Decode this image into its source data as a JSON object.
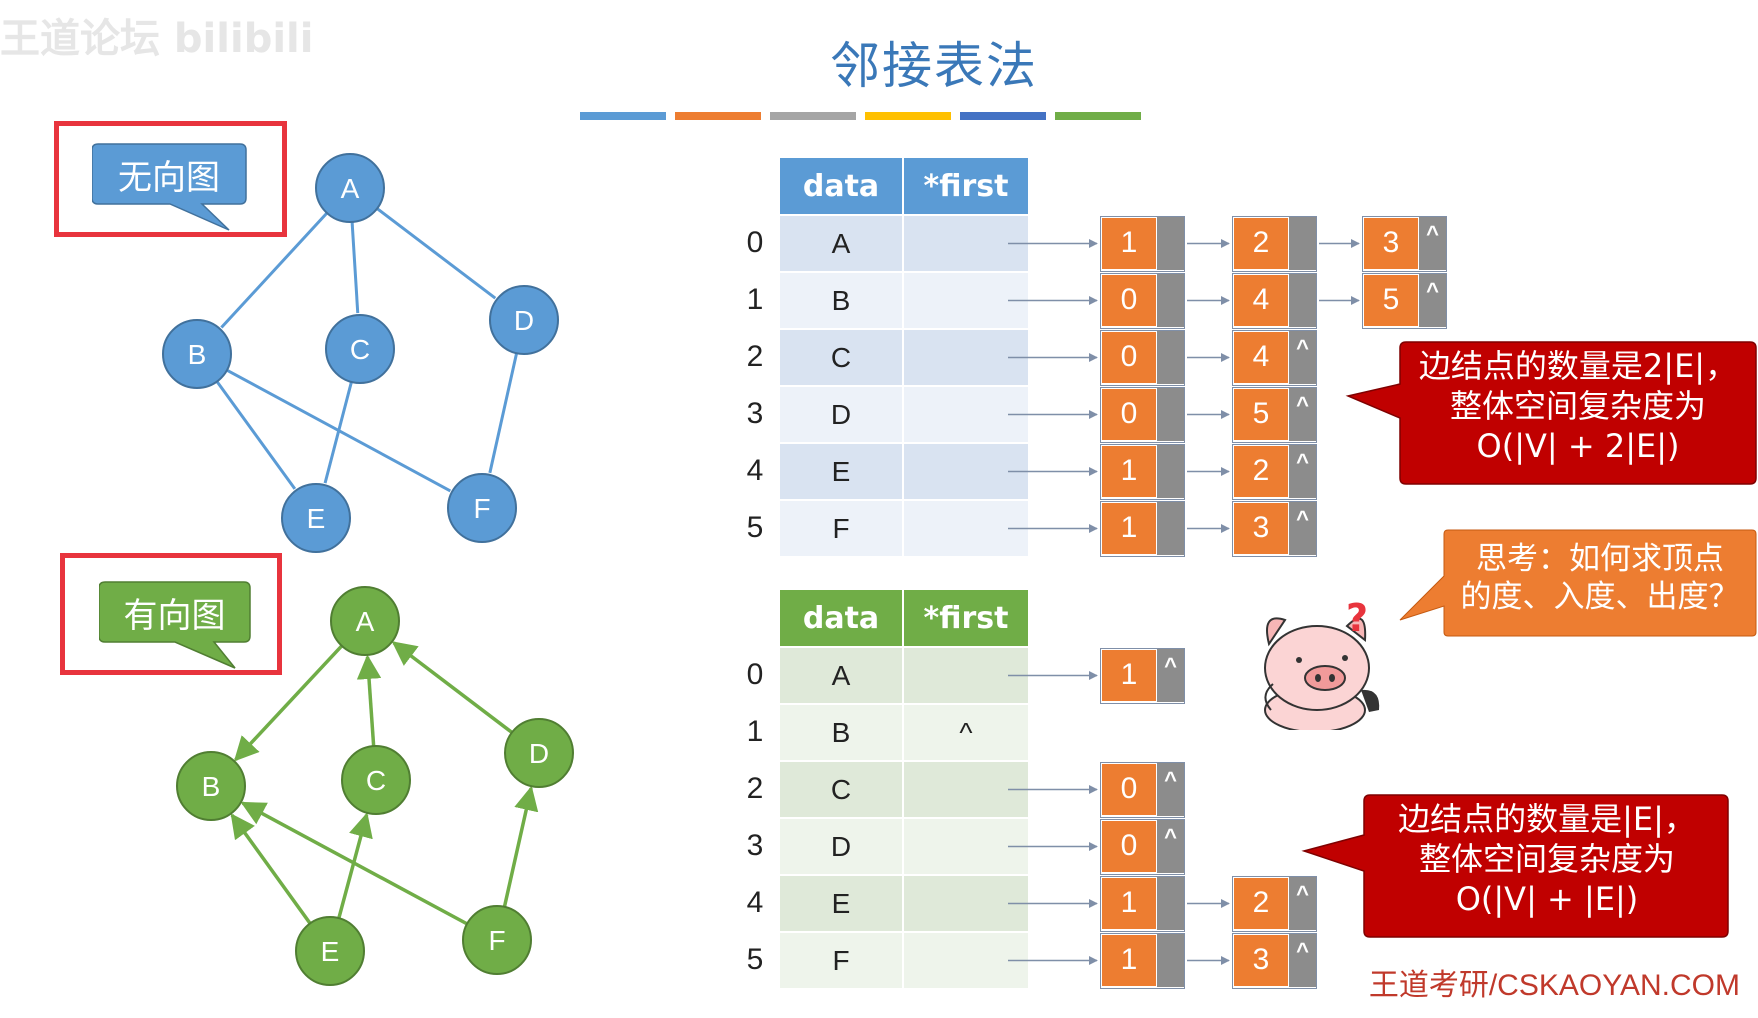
{
  "watermark": "王道论坛 bilibili",
  "title": "邻接表法",
  "footer": "王道考研/CSKAOYAN.COM",
  "colors": {
    "undirected": "#5b9bd5",
    "directed": "#70ad47",
    "node_value": "#ed7d31",
    "node_pointer": "#8c8c8c",
    "callout": "#c00000",
    "think": "#ed7d31",
    "highlight_box": "#e8343d"
  },
  "divider_colors": [
    "#5b9bd5",
    "#ed7d31",
    "#a5a5a5",
    "#ffc000",
    "#4472c4",
    "#70ad47"
  ],
  "undirected": {
    "label": "无向图",
    "vertices": [
      "A",
      "B",
      "C",
      "D",
      "E",
      "F"
    ],
    "edges": [
      [
        "A",
        "B"
      ],
      [
        "A",
        "C"
      ],
      [
        "A",
        "D"
      ],
      [
        "B",
        "E"
      ],
      [
        "B",
        "F"
      ],
      [
        "C",
        "E"
      ],
      [
        "D",
        "F"
      ]
    ],
    "table": {
      "header": [
        "data",
        "*first"
      ],
      "rows": [
        {
          "index": "0",
          "data": "A",
          "first": "",
          "list": [
            "1",
            "2",
            "3"
          ]
        },
        {
          "index": "1",
          "data": "B",
          "first": "",
          "list": [
            "0",
            "4",
            "5"
          ]
        },
        {
          "index": "2",
          "data": "C",
          "first": "",
          "list": [
            "0",
            "4"
          ]
        },
        {
          "index": "3",
          "data": "D",
          "first": "",
          "list": [
            "0",
            "5"
          ]
        },
        {
          "index": "4",
          "data": "E",
          "first": "",
          "list": [
            "1",
            "2"
          ]
        },
        {
          "index": "5",
          "data": "F",
          "first": "",
          "list": [
            "1",
            "3"
          ]
        }
      ]
    },
    "callout": [
      "边结点的数量是2|E|，",
      "整体空间复杂度为",
      "O(|V| + 2|E|)"
    ]
  },
  "directed": {
    "label": "有向图",
    "vertices": [
      "A",
      "B",
      "C",
      "D",
      "E",
      "F"
    ],
    "edges": [
      [
        "A",
        "B"
      ],
      [
        "C",
        "A"
      ],
      [
        "D",
        "A"
      ],
      [
        "E",
        "B"
      ],
      [
        "E",
        "C"
      ],
      [
        "F",
        "B"
      ],
      [
        "F",
        "D"
      ]
    ],
    "table": {
      "header": [
        "data",
        "*first"
      ],
      "rows": [
        {
          "index": "0",
          "data": "A",
          "first": "",
          "list": [
            "1"
          ]
        },
        {
          "index": "1",
          "data": "B",
          "first": "^",
          "list": []
        },
        {
          "index": "2",
          "data": "C",
          "first": "",
          "list": [
            "0"
          ]
        },
        {
          "index": "3",
          "data": "D",
          "first": "",
          "list": [
            "0"
          ]
        },
        {
          "index": "4",
          "data": "E",
          "first": "",
          "list": [
            "1",
            "2"
          ]
        },
        {
          "index": "5",
          "data": "F",
          "first": "",
          "list": [
            "1",
            "3"
          ]
        }
      ]
    },
    "callout": [
      "边结点的数量是|E|，",
      "整体空间复杂度为",
      "O(|V| + |E|)"
    ]
  },
  "null_symbol": "^",
  "think": {
    "lines": [
      "思考：如何求顶点",
      "的度、入度、出度？"
    ],
    "mascot_mark": "?"
  }
}
